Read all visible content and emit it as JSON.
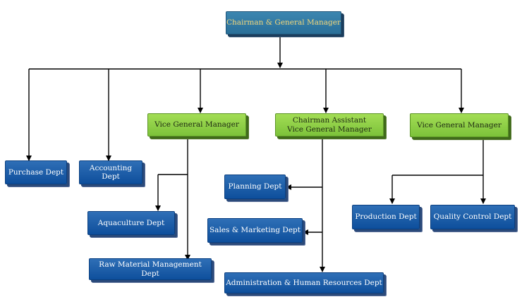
{
  "nodes": {
    "chairman": "Chairman & General Manager",
    "vgm_left": "Vice General Manager",
    "chairman_assistant": "Chairman Assistant\nVice General Manager",
    "vgm_right": "Vice General Manager",
    "purchase": "Purchase Dept",
    "accounting": "Accounting Dept",
    "aquaculture": "Aquaculture Dept",
    "raw_material": "Raw Material Management Dept",
    "planning": "Planning Dept",
    "sales_marketing": "Sales & Marketing Dept",
    "admin_hr": "Administration & Human Resources Dept",
    "production": "Production Dept",
    "quality_control": "Quality Control Dept"
  },
  "colors": {
    "dept_blue": "#0e4f9c",
    "manager_green": "#8fd14f",
    "top_blue": "#2f78a4",
    "top_text": "#f3d77a",
    "connector": "#000000"
  }
}
